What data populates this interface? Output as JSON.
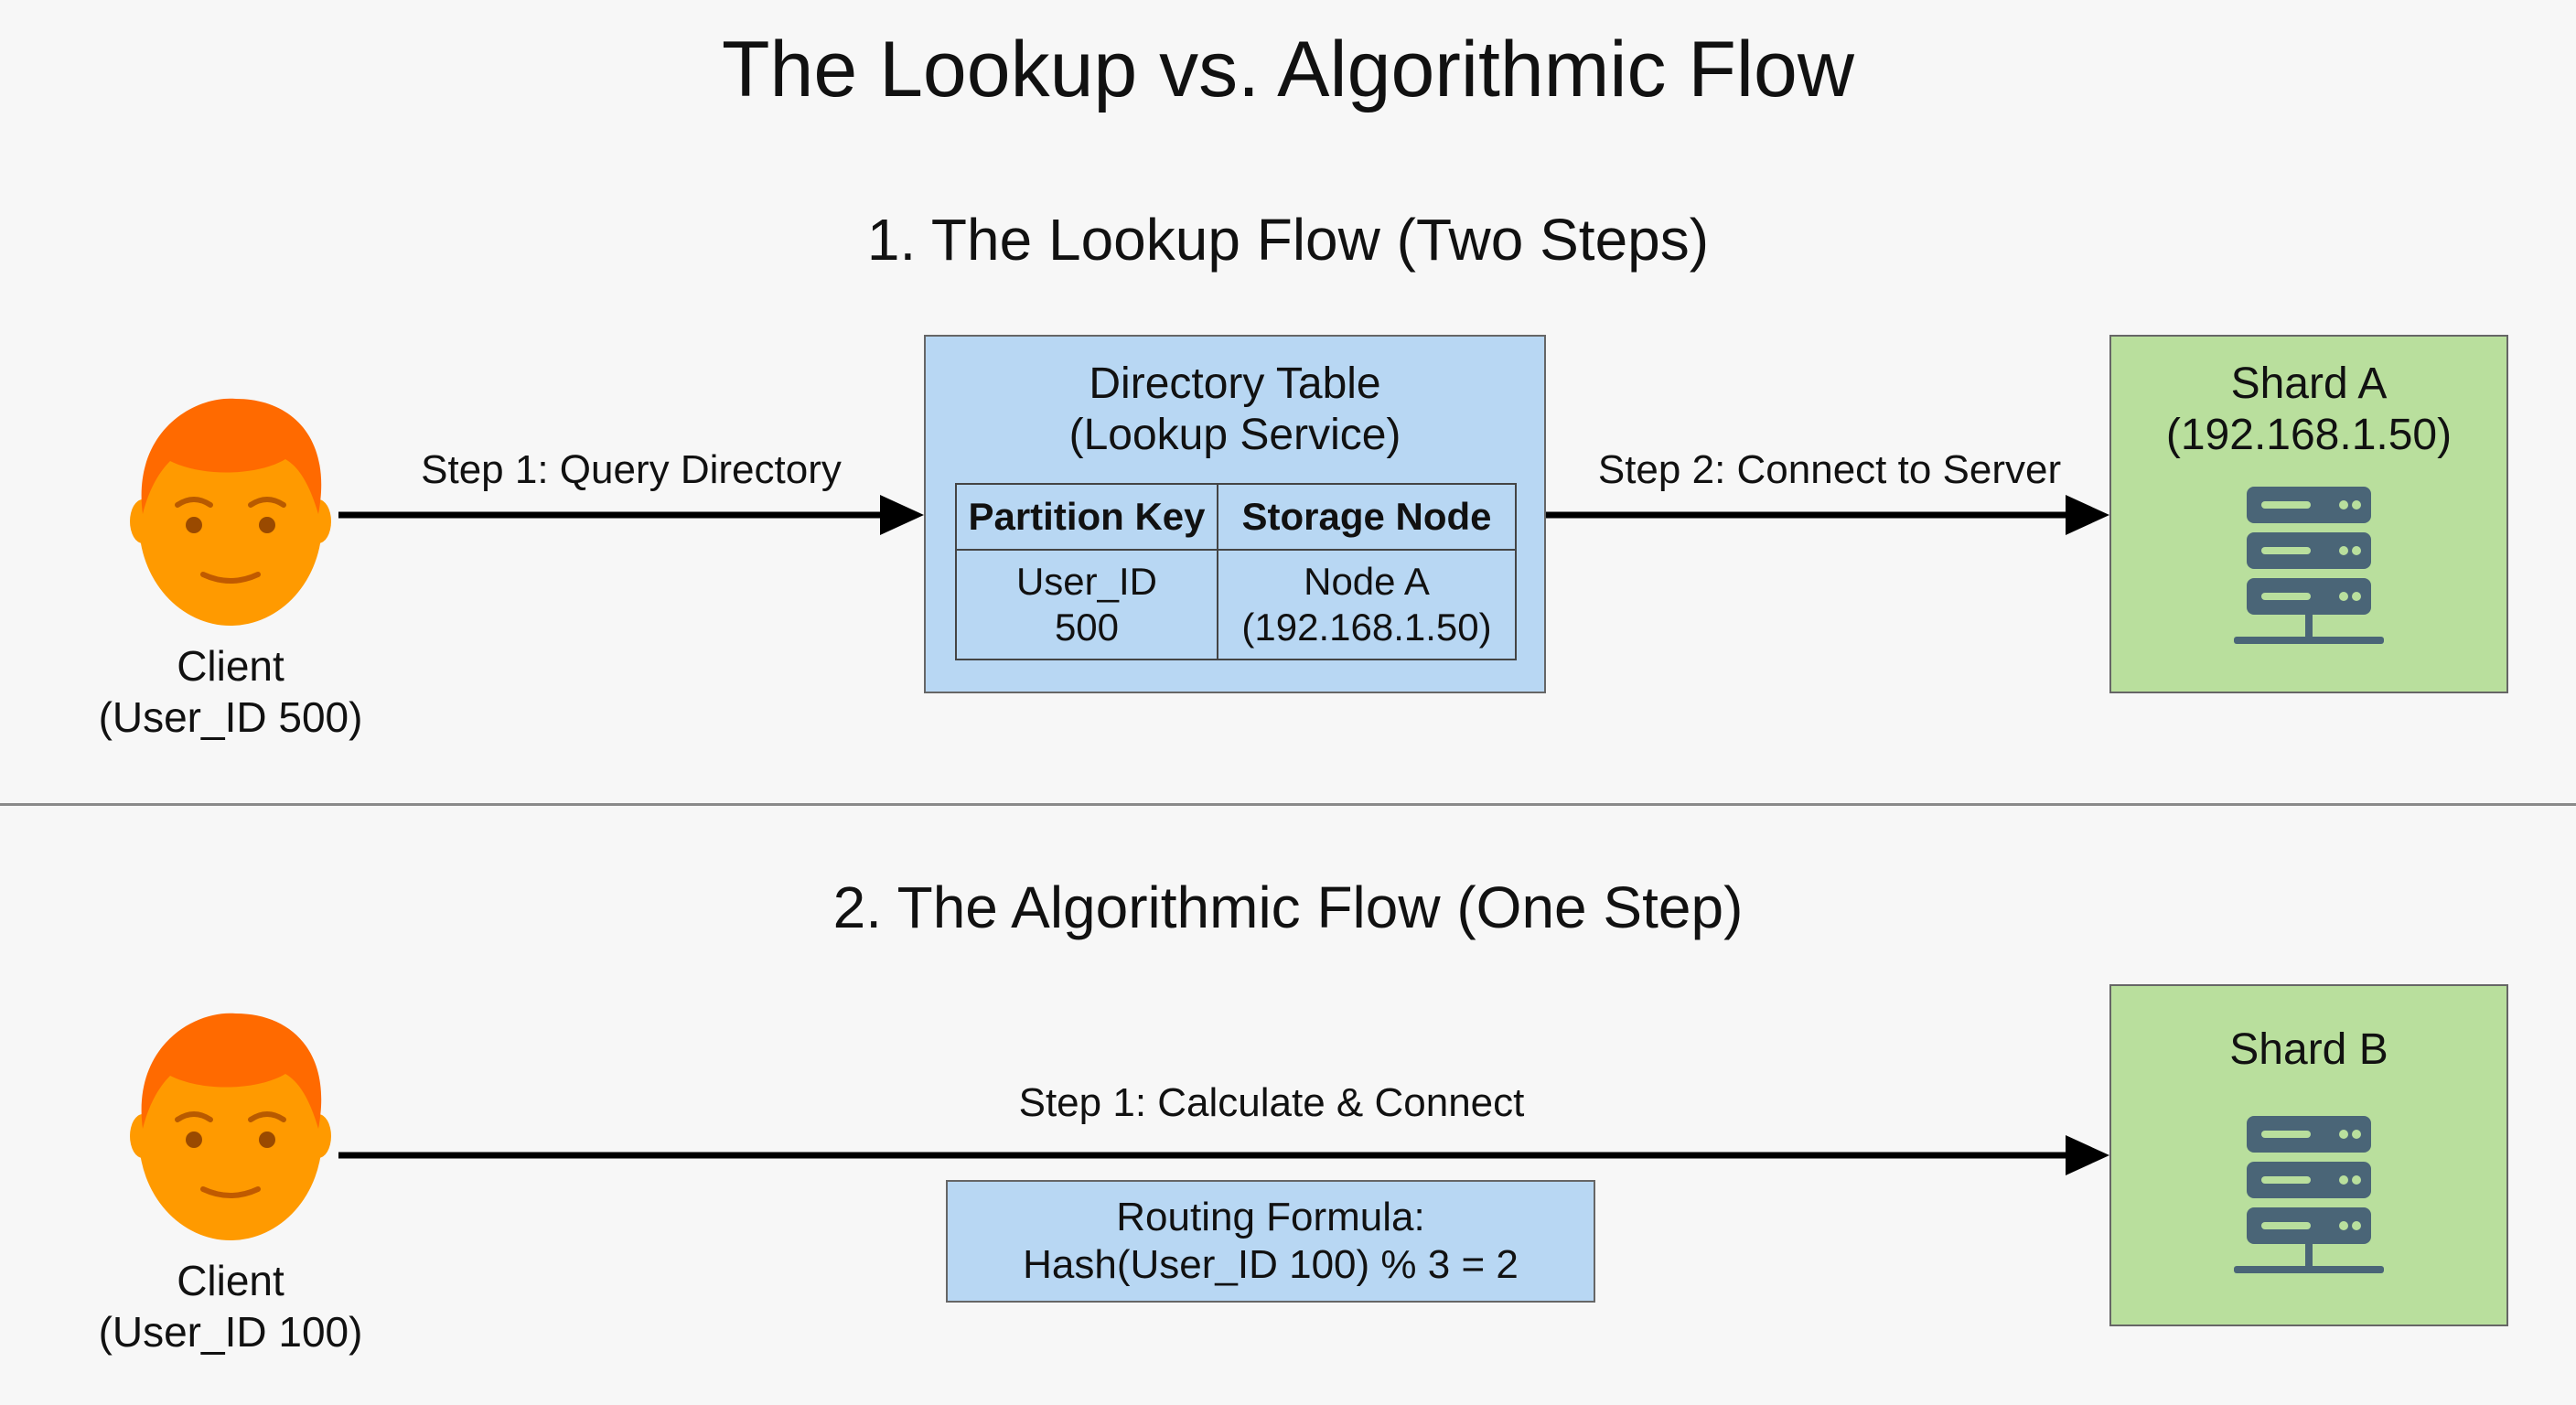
{
  "title": "The Lookup vs. Algorithmic Flow",
  "lookup_flow": {
    "section_title": "1. The Lookup Flow (Two Steps)",
    "client": {
      "label": "Client",
      "id": "(User_ID 500)"
    },
    "step1_label": "Step 1: Query Directory",
    "step2_label": "Step 2: Connect to Server",
    "directory": {
      "title_line1": "Directory Table",
      "title_line2": "(Lookup Service)",
      "headers": [
        "Partition Key",
        "Storage Node"
      ],
      "row": [
        "User_ID\n500",
        "Node A\n(192.168.1.50)"
      ]
    },
    "shard": {
      "name": "Shard A",
      "address": "(192.168.1.50)"
    }
  },
  "algorithmic_flow": {
    "section_title": "2. The Algorithmic Flow (One Step)",
    "client": {
      "label": "Client",
      "id": "(User_ID 100)"
    },
    "step1_label": "Step 1: Calculate & Connect",
    "formula": {
      "line1": "Routing Formula:",
      "line2": "Hash(User_ID 100) % 3 = 2"
    },
    "shard": {
      "name": "Shard B"
    }
  },
  "colors": {
    "background": "#f7f7f7",
    "blue_box": "#b8d7f3",
    "green_box": "#b9df9d",
    "face_orange": "#ff9a00",
    "hair_orange": "#ff6a00",
    "server_icon": "#4a6577"
  },
  "icons": [
    "person-face-icon",
    "server-icon",
    "arrow-icon"
  ]
}
